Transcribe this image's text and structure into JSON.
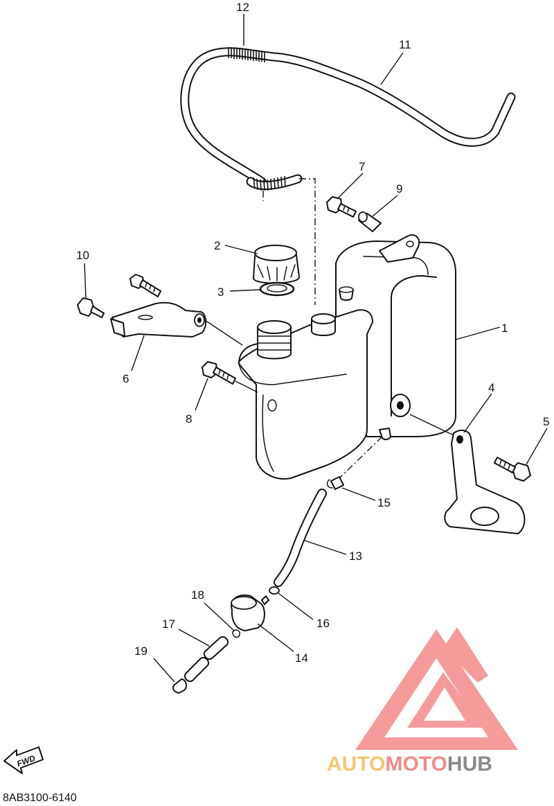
{
  "diagram": {
    "callouts": [
      {
        "id": "1",
        "label": "1"
      },
      {
        "id": "2",
        "label": "2"
      },
      {
        "id": "3",
        "label": "3"
      },
      {
        "id": "4",
        "label": "4"
      },
      {
        "id": "5",
        "label": "5"
      },
      {
        "id": "6",
        "label": "6"
      },
      {
        "id": "7",
        "label": "7"
      },
      {
        "id": "8",
        "label": "8"
      },
      {
        "id": "9",
        "label": "9"
      },
      {
        "id": "10",
        "label": "10"
      },
      {
        "id": "11",
        "label": "11"
      },
      {
        "id": "12",
        "label": "12"
      },
      {
        "id": "13",
        "label": "13"
      },
      {
        "id": "14",
        "label": "14"
      },
      {
        "id": "15",
        "label": "15"
      },
      {
        "id": "16",
        "label": "16"
      },
      {
        "id": "17",
        "label": "17"
      },
      {
        "id": "18",
        "label": "18"
      },
      {
        "id": "19",
        "label": "19"
      }
    ],
    "fwd_label": "FWD",
    "diagram_code": "8AB3100-6140"
  },
  "watermark": {
    "part1": "AUTO",
    "part2": "MOTO",
    "part3": "HUB",
    "colors": {
      "auto": "#f6c56f",
      "moto": "#f28a8a",
      "hub": "#8a8a8a",
      "logo": "#f48a8a"
    }
  }
}
